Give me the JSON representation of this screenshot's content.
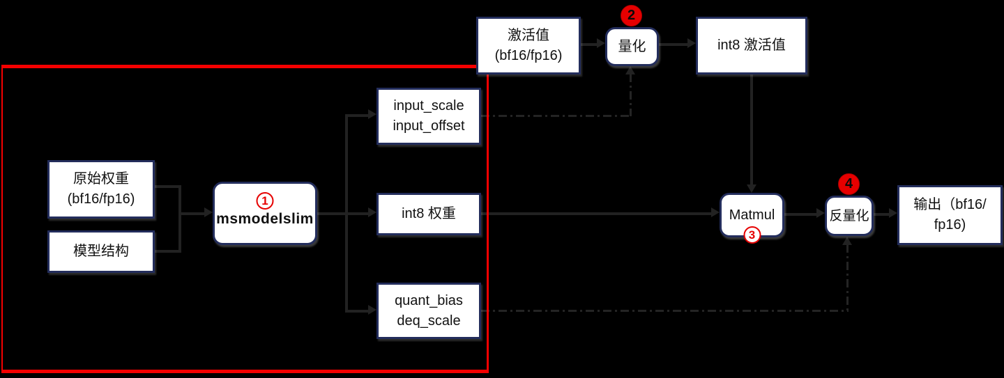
{
  "canvas": {
    "background": "#000000",
    "line_color": "#222222",
    "box_border_color": "#232d5c",
    "red_accent": "#f50000"
  },
  "nodes": {
    "activation": {
      "lines": [
        "激活值",
        "(bf16/fp16)"
      ]
    },
    "quantize": {
      "label": "量化"
    },
    "int8_activation": {
      "label": "int8 激活值"
    },
    "original_weights": {
      "lines": [
        "原始权重",
        "(bf16/fp16)"
      ]
    },
    "model_structure": {
      "label": "模型结构"
    },
    "msmodelslim": {
      "label": "msmodelslim"
    },
    "input_scale": {
      "lines": [
        "input_scale",
        "input_offset"
      ]
    },
    "int8_weight": {
      "label": "int8 权重"
    },
    "quant_bias": {
      "lines": [
        "quant_bias",
        "deq_scale"
      ]
    },
    "matmul": {
      "label": "Matmul"
    },
    "dequantize": {
      "label": "反量化"
    },
    "output": {
      "lines": [
        "输出（bf16/",
        "fp16)"
      ]
    }
  },
  "steps": {
    "s1": {
      "num": "1"
    },
    "s2": {
      "num": "2"
    },
    "s3": {
      "num": "3"
    },
    "s4": {
      "num": "4"
    }
  }
}
